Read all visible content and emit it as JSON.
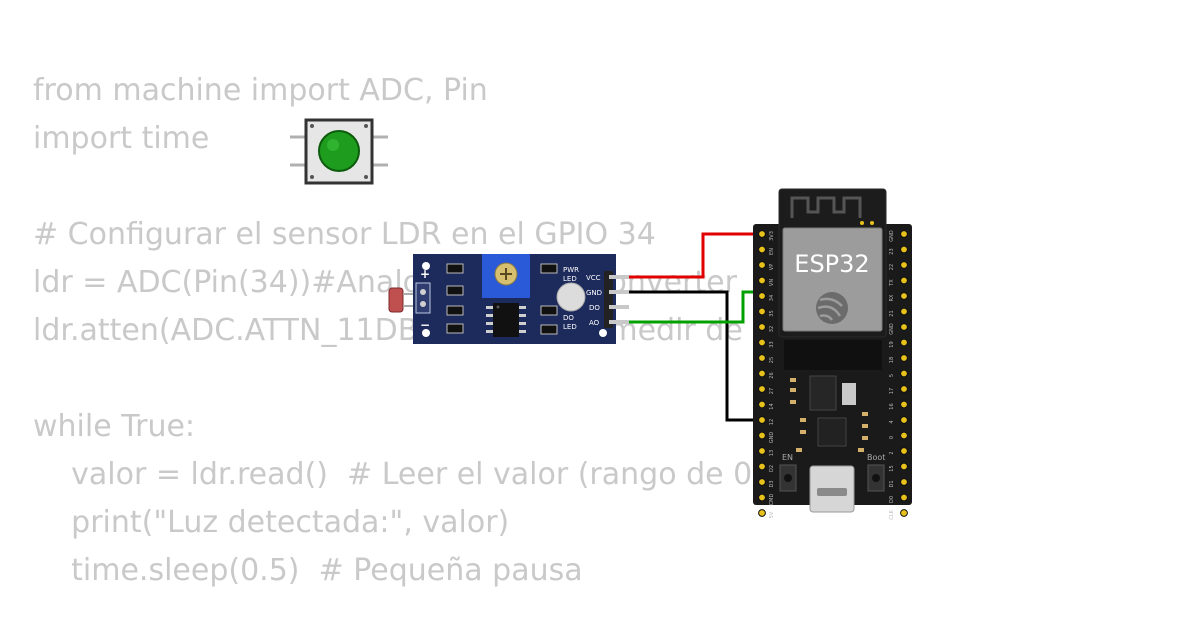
{
  "code": {
    "lines": [
      "from machine import ADC, Pin",
      "import time",
      "",
      "# Configurar el sensor LDR en el GPIO 34",
      "ldr = ADC(Pin(34))#Analog to digital converter",
      "ldr.atten(ADC.ATTN_11DB)  # Permite medir de 0 a 3.3V",
      "",
      "while True:",
      "    valor = ldr.read()  # Leer el valor (rango de 0 a 4095)",
      "    print(\"Luz detectada:\", valor)",
      "    time.sleep(0.5)  # Pequeña pausa"
    ]
  },
  "ldr_module": {
    "plus_label": "+",
    "minus_label": "−",
    "pwr_led_label_1": "PWR",
    "pwr_led_label_2": "LED",
    "do_led_label_1": "DO",
    "do_led_label_2": "LED",
    "pin_labels": [
      "VCC",
      "GND",
      "DO",
      "AO"
    ]
  },
  "esp32": {
    "chip_label": "ESP32",
    "en_label": "EN",
    "boot_label": "Boot",
    "left_pins": [
      "3V3",
      "EN",
      "VP",
      "VN",
      "34",
      "35",
      "32",
      "33",
      "25",
      "26",
      "27",
      "14",
      "12",
      "GND",
      "13",
      "D2",
      "D3",
      "CMD",
      "5V"
    ],
    "right_pins": [
      "GND",
      "23",
      "22",
      "TX",
      "RX",
      "21",
      "GND",
      "19",
      "18",
      "5",
      "17",
      "16",
      "4",
      "0",
      "2",
      "15",
      "D1",
      "D0",
      "CLK"
    ]
  },
  "colors": {
    "code_text": "#c9c9c9",
    "pcb_ldr": "#1d2a5c",
    "pcb_esp32": "#1a1a1a",
    "pin_gold": "#e8c21a",
    "wire_red": "#e00000",
    "wire_black": "#000000",
    "wire_green": "#00a000",
    "button_green": "#1e9c1e"
  }
}
